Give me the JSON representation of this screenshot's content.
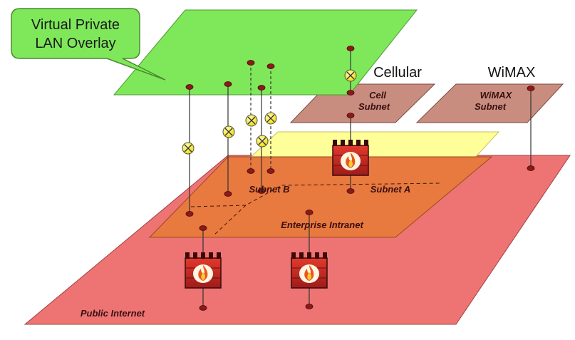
{
  "callout": {
    "line1": "Virtual Private",
    "line2": "LAN Overlay"
  },
  "labels": {
    "cellular": "Cellular",
    "wimax": "WiMAX",
    "cell_subnet_1": "Cell",
    "cell_subnet_2": "Subnet",
    "wimax_subnet_1": "WiMAX",
    "wimax_subnet_2": "Subnet",
    "subnet_b": "Subnet B",
    "subnet_a": "Subnet A",
    "enterprise_intranet": "Enterprise Intranet",
    "public_internet": "Public Internet"
  },
  "colors": {
    "overlay": "#7fe85a",
    "cell_subnet": "#c98d80",
    "wimax_subnet": "#c98d80",
    "yellow_layer": "#ffff99",
    "intranet": "#e8793f",
    "internet": "#ee7474",
    "firewall": "#c1272d",
    "node": "#8b1a1a",
    "crossing": "#ffee33"
  },
  "icons": [
    "firewall-icon",
    "node-icon",
    "blocked-link-icon"
  ]
}
